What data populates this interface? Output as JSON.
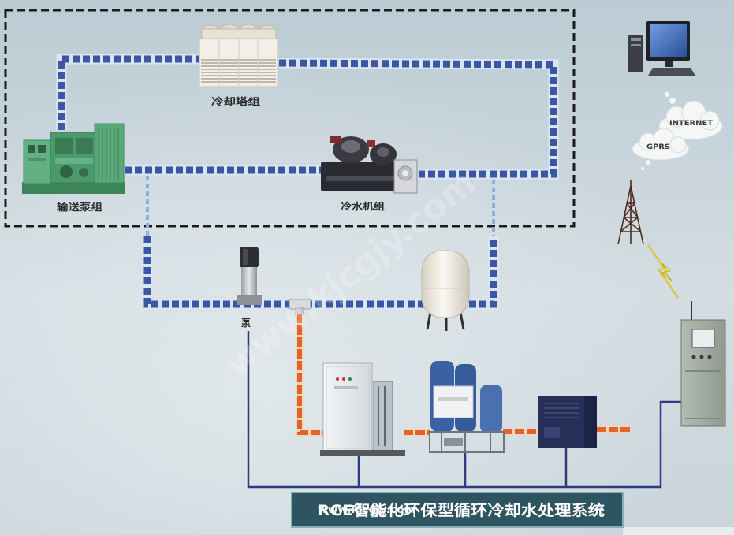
{
  "diagram": {
    "labels": {
      "cooling_tower": "冷却塔组",
      "transfer_pump_group": "输送泵组",
      "chiller": "冷水机组",
      "pump": "泵"
    },
    "title": "RCE智能化环保型循环冷却水处理系统"
  },
  "network": {
    "internet": "INTERNET",
    "gprs": "GPRS"
  },
  "watermark": {
    "center": "www.kjcgjy.com",
    "title_overlay": "www.kjcgjy.com"
  },
  "icons": [
    "cooling-tower-icon",
    "generator-icon",
    "chiller-icon",
    "pump-icon",
    "expansion-tank-icon",
    "treatment-cabinet-icon",
    "filter-tanks-icon",
    "dryer-icon",
    "control-cabinet-icon",
    "cell-tower-icon",
    "signal-bolt-icon",
    "computer-icon",
    "internet-cloud-icon",
    "gprs-cloud-icon"
  ],
  "colors": {
    "pipe_blue": "#3b56a5",
    "pipe_edge": "#dbe5f0",
    "pipe_orange": "#e2642a",
    "control_line": "#2e3b80",
    "title_bg": "#2e5462",
    "frame_dash": "#1b1b1b"
  }
}
